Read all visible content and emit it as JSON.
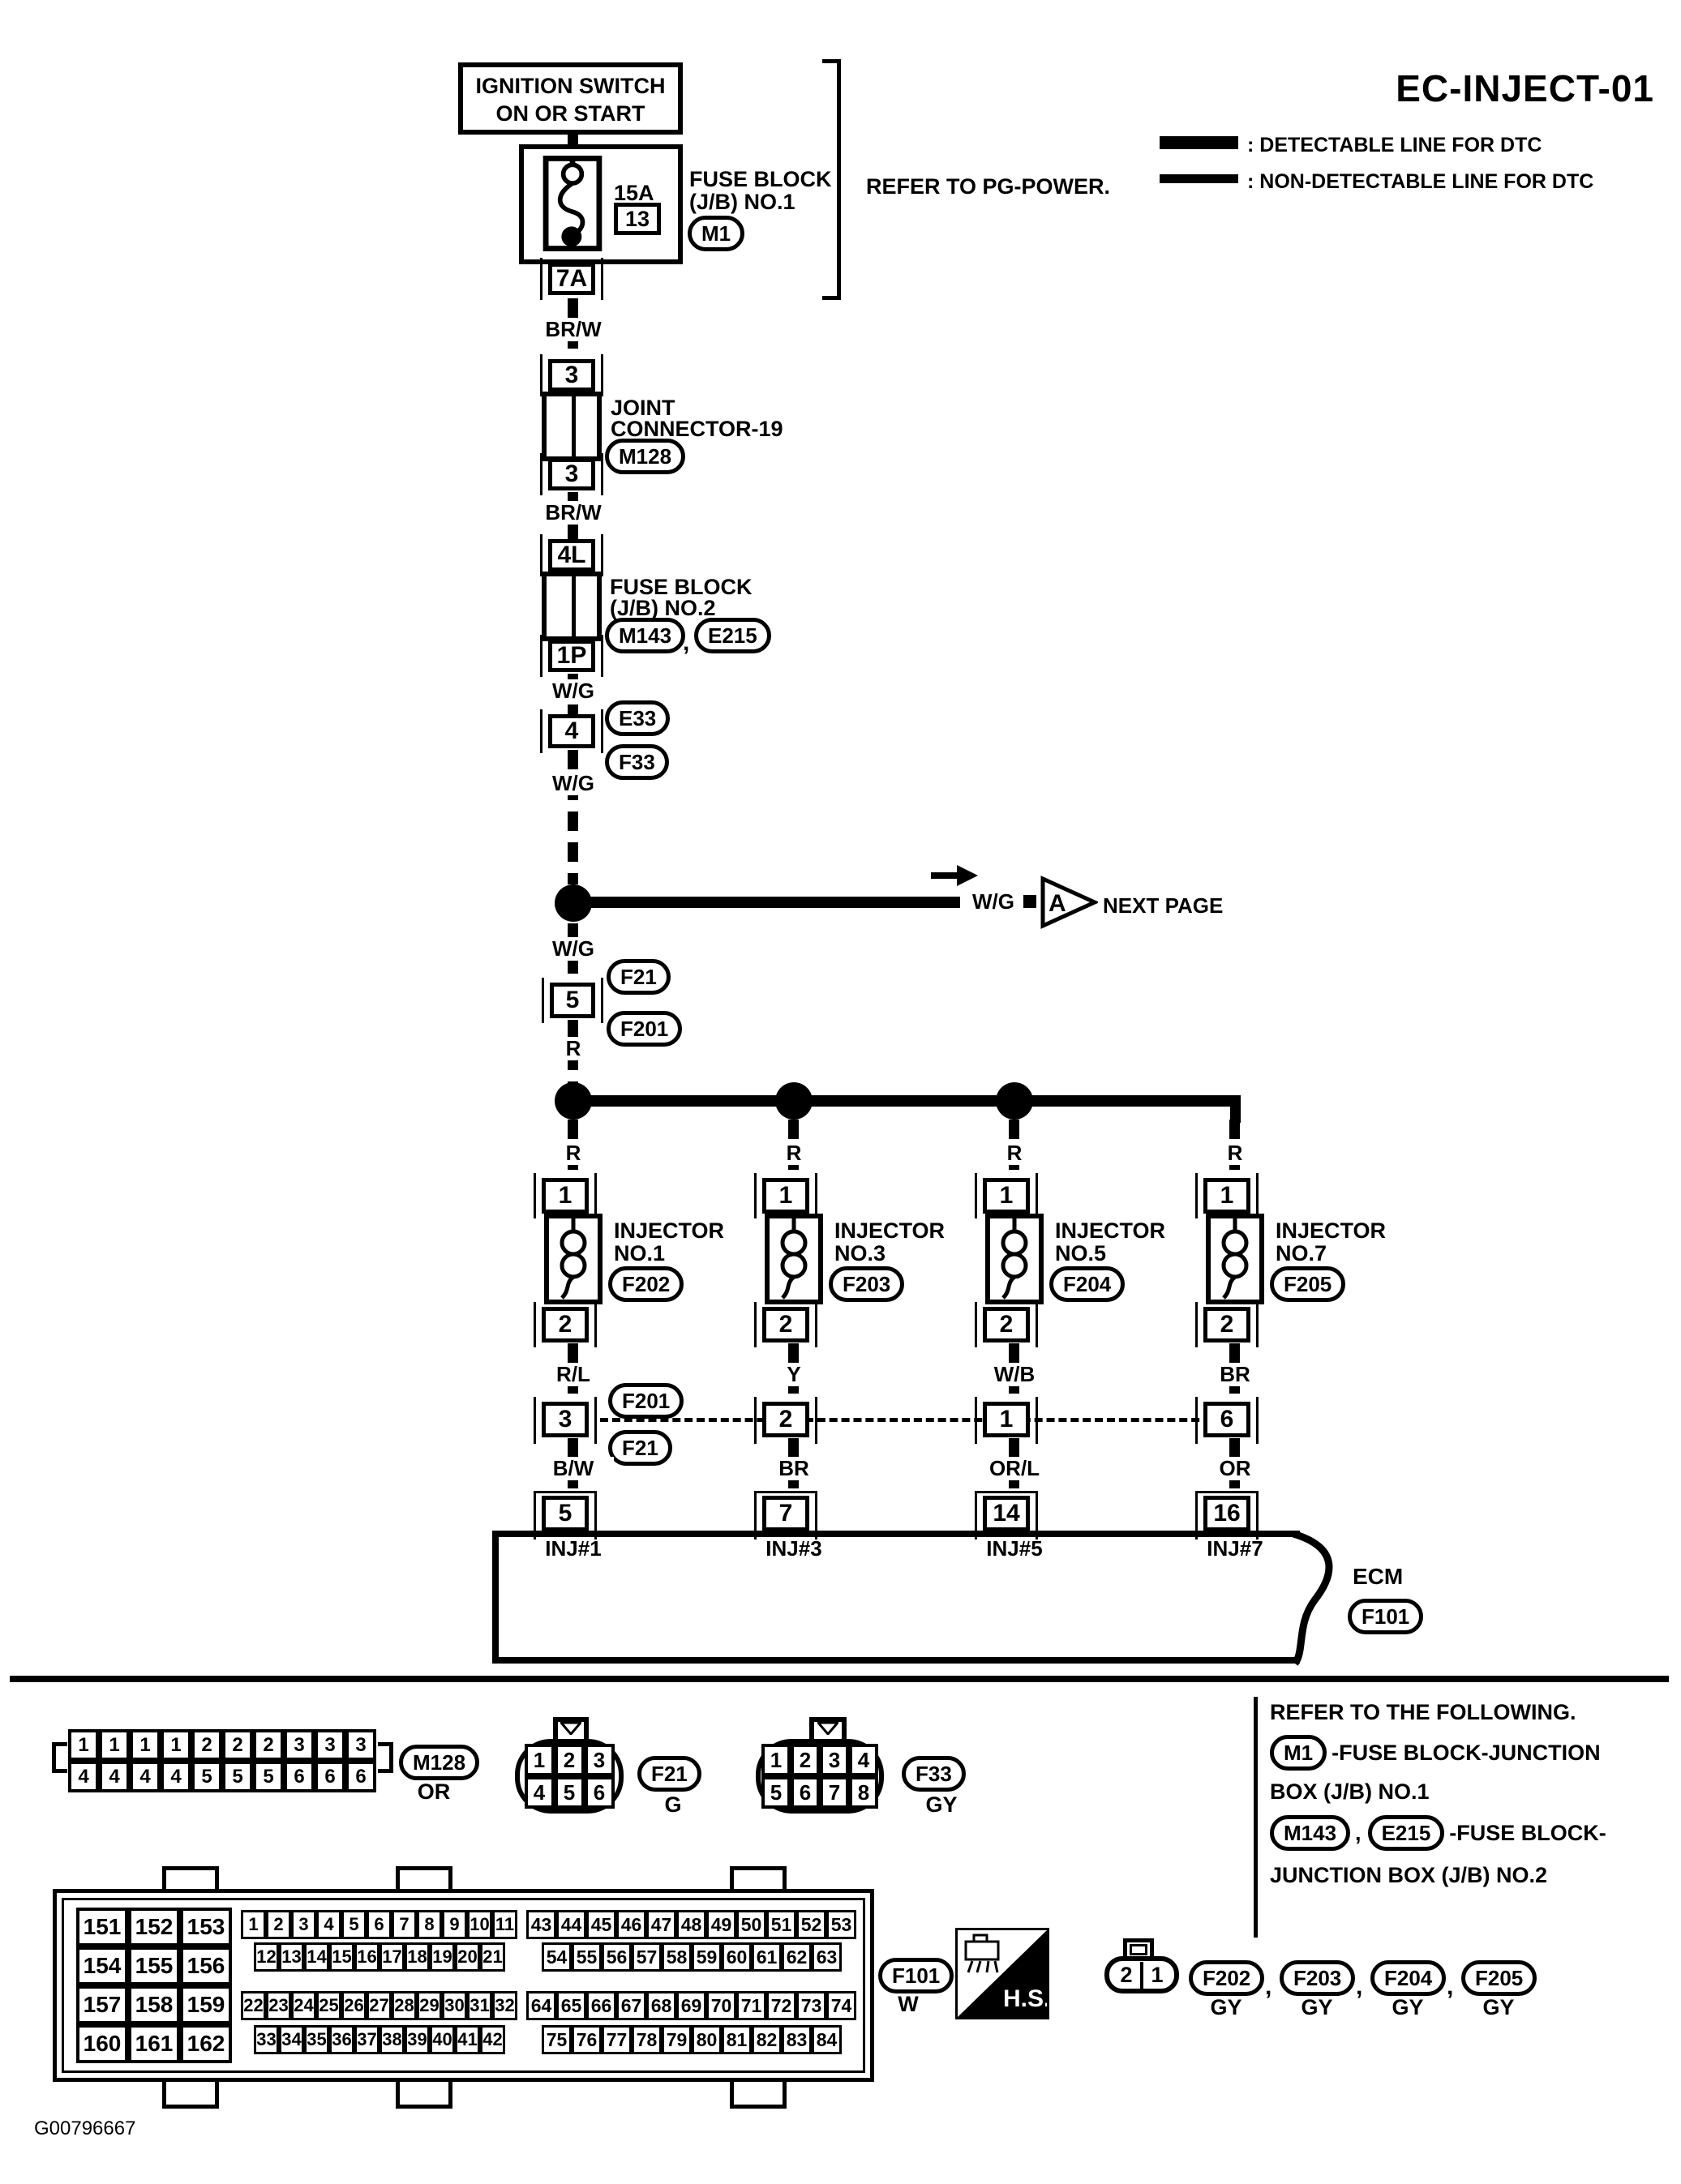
{
  "title": "EC-INJECT-01",
  "legend": {
    "detectable": ": DETECTABLE LINE FOR DTC",
    "non_detectable": ": NON-DETECTABLE LINE FOR DTC"
  },
  "refer_pg": "REFER TO PG-POWER.",
  "ignition": {
    "line1": "IGNITION SWITCH",
    "line2": "ON OR START"
  },
  "fuse_block1": {
    "amp": "15A",
    "fuse_no": "13",
    "name1": "FUSE BLOCK",
    "name2": "(J/B) NO.1",
    "oval": "M1",
    "pin_out": "7A"
  },
  "joint": {
    "pin_top": "3",
    "pin_bottom": "3",
    "name1": "JOINT",
    "name2": "CONNECTOR-19",
    "oval": "M128",
    "wire_above": "BR/W",
    "wire_below": "BR/W"
  },
  "fuse_block2": {
    "pin_in": "4L",
    "pin_out": "1P",
    "name1": "FUSE BLOCK",
    "name2": "(J/B) NO.2",
    "oval1": "M143",
    "comma": ",",
    "oval2": "E215",
    "wire_below": "W/G"
  },
  "conn4": {
    "pin": "4",
    "oval_top": "E33",
    "oval_bottom": "F33",
    "wire_below": "W/G"
  },
  "next_page": {
    "wire": "W/G",
    "letter": "A",
    "text": "NEXT PAGE"
  },
  "conn5": {
    "pin": "5",
    "oval_top": "F21",
    "oval_bottom": "F201",
    "wire_above": "W/G",
    "wire_below": "R"
  },
  "mid_ovals": {
    "top": "F201",
    "bottom": "F21"
  },
  "injectors": [
    {
      "wire_top": "R",
      "pin_top": "1",
      "name1": "INJECTOR",
      "name2": "NO.1",
      "oval": "F202",
      "pin_bottom": "2",
      "wire_mid": "R/L",
      "mid_pin": "3",
      "wire_low": "B/W",
      "ecm_pin": "5",
      "ecm_label": "INJ#1"
    },
    {
      "wire_top": "R",
      "pin_top": "1",
      "name1": "INJECTOR",
      "name2": "NO.3",
      "oval": "F203",
      "pin_bottom": "2",
      "wire_mid": "Y",
      "mid_pin": "2",
      "wire_low": "BR",
      "ecm_pin": "7",
      "ecm_label": "INJ#3"
    },
    {
      "wire_top": "R",
      "pin_top": "1",
      "name1": "INJECTOR",
      "name2": "NO.5",
      "oval": "F204",
      "pin_bottom": "2",
      "wire_mid": "W/B",
      "mid_pin": "1",
      "wire_low": "OR/L",
      "ecm_pin": "14",
      "ecm_label": "INJ#5"
    },
    {
      "wire_top": "R",
      "pin_top": "1",
      "name1": "INJECTOR",
      "name2": "NO.7",
      "oval": "F205",
      "pin_bottom": "2",
      "wire_mid": "BR",
      "mid_pin": "6",
      "wire_low": "OR",
      "ecm_pin": "16",
      "ecm_label": "INJ#7"
    }
  ],
  "ecm": {
    "name": "ECM",
    "oval": "F101"
  },
  "footer": {
    "m128": {
      "rows": [
        [
          "1",
          "1",
          "1",
          "1",
          "2",
          "2",
          "2",
          "3",
          "3",
          "3"
        ],
        [
          "4",
          "4",
          "4",
          "4",
          "5",
          "5",
          "5",
          "6",
          "6",
          "6"
        ]
      ],
      "oval": "M128",
      "color": "OR"
    },
    "f21": {
      "rows": [
        [
          "1",
          "2",
          "3"
        ],
        [
          "4",
          "5",
          "6"
        ]
      ],
      "oval": "F21",
      "color": "G"
    },
    "f33": {
      "rows": [
        [
          "1",
          "2",
          "3",
          "4"
        ],
        [
          "5",
          "6",
          "7",
          "8"
        ]
      ],
      "oval": "F33",
      "color": "GY"
    },
    "refer": {
      "l1": "REFER TO THE FOLLOWING.",
      "m1": "M1",
      "l2": "-FUSE BLOCK-JUNCTION",
      "l3": "BOX (J/B) NO.1",
      "m143": "M143",
      "comma": ",",
      "e215": "E215",
      "l4": "-FUSE BLOCK-",
      "l5": "JUNCTION BOX (J/B) NO.2"
    },
    "ecm_conn": {
      "left": [
        [
          "151",
          "152",
          "153"
        ],
        [
          "154",
          "155",
          "156"
        ],
        [
          "157",
          "158",
          "159"
        ],
        [
          "160",
          "161",
          "162"
        ]
      ],
      "a1": [
        "1",
        "2",
        "3",
        "4",
        "5",
        "6",
        "7",
        "8",
        "9",
        "10",
        "11"
      ],
      "a2": [
        "12",
        "13",
        "14",
        "15",
        "16",
        "17",
        "18",
        "19",
        "20",
        "21"
      ],
      "a3": [
        "22",
        "23",
        "24",
        "25",
        "26",
        "27",
        "28",
        "29",
        "30",
        "31",
        "32"
      ],
      "a4": [
        "33",
        "34",
        "35",
        "36",
        "37",
        "38",
        "39",
        "40",
        "41",
        "42"
      ],
      "b1": [
        "43",
        "44",
        "45",
        "46",
        "47",
        "48",
        "49",
        "50",
        "51",
        "52",
        "53"
      ],
      "b2": [
        "54",
        "55",
        "56",
        "57",
        "58",
        "59",
        "60",
        "61",
        "62",
        "63"
      ],
      "b3": [
        "64",
        "65",
        "66",
        "67",
        "68",
        "69",
        "70",
        "71",
        "72",
        "73",
        "74"
      ],
      "b4": [
        "75",
        "76",
        "77",
        "78",
        "79",
        "80",
        "81",
        "82",
        "83",
        "84"
      ],
      "oval": "F101",
      "color": "W"
    },
    "hs": "H.S.",
    "small21": {
      "cells": [
        "2",
        "1"
      ]
    },
    "f20x": [
      {
        "oval": "F202",
        "color": "GY"
      },
      {
        "oval": "F203",
        "color": "GY"
      },
      {
        "oval": "F204",
        "color": "GY"
      },
      {
        "oval": "F205",
        "color": "GY"
      }
    ],
    "comma": ","
  },
  "watermark": "G00796667"
}
